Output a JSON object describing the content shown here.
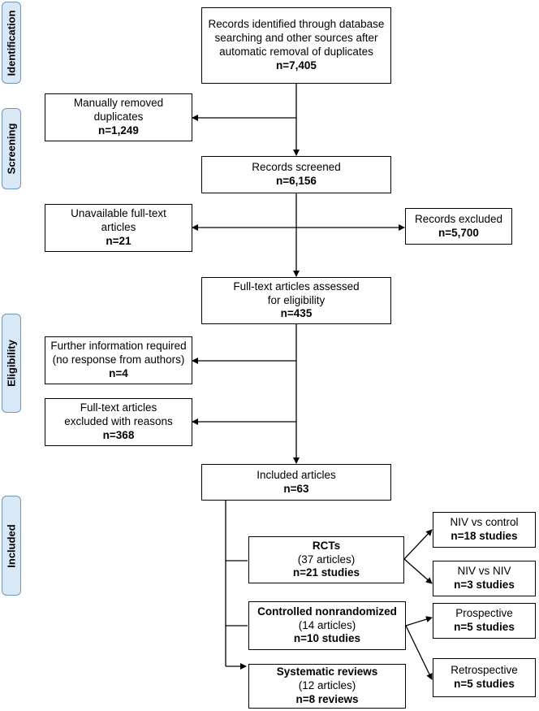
{
  "phases": {
    "identification": "Identification",
    "screening": "Screening",
    "eligibility": "Eligibility",
    "included": "Included"
  },
  "boxes": {
    "records_identified": {
      "line1": "Records identified through database",
      "line2": "searching and other sources after",
      "line3": "automatic removal of duplicates",
      "count": "n=7,405"
    },
    "manually_removed": {
      "line1": "Manually removed",
      "line2": "duplicates",
      "count": "n=1,249"
    },
    "records_screened": {
      "line1": "Records screened",
      "count": "n=6,156"
    },
    "unavailable": {
      "line1": "Unavailable full-text",
      "line2": "articles",
      "count": "n=21"
    },
    "records_excluded": {
      "line1": "Records excluded",
      "count": "n=5,700"
    },
    "assessed": {
      "line1": "Full-text articles assessed",
      "line2": "for eligibility",
      "count": "n=435"
    },
    "further_info": {
      "line1": "Further information required",
      "line2": "(no response from authors)",
      "count": "n=4"
    },
    "excluded_reasons": {
      "line1": "Full-text articles",
      "line2": "excluded with reasons",
      "count": "n=368"
    },
    "included_articles": {
      "line1": "Included articles",
      "count": "n=63"
    },
    "rcts": {
      "title": "RCTs",
      "sub": "(37 articles)",
      "count": "n=21 studies"
    },
    "controlled": {
      "title": "Controlled nonrandomized",
      "sub": "(14 articles)",
      "count": "n=10 studies"
    },
    "systematic": {
      "title": "Systematic reviews",
      "sub": "(12 articles)",
      "count": "n=8 reviews"
    },
    "niv_control": {
      "line1": "NIV vs control",
      "count": "n=18 studies"
    },
    "niv_niv": {
      "line1": "NIV vs NIV",
      "count": "n=3 studies"
    },
    "prospective": {
      "line1": "Prospective",
      "count": "n=5 studies"
    },
    "retrospective": {
      "line1": "Retrospective",
      "count": "n=5 studies"
    }
  }
}
